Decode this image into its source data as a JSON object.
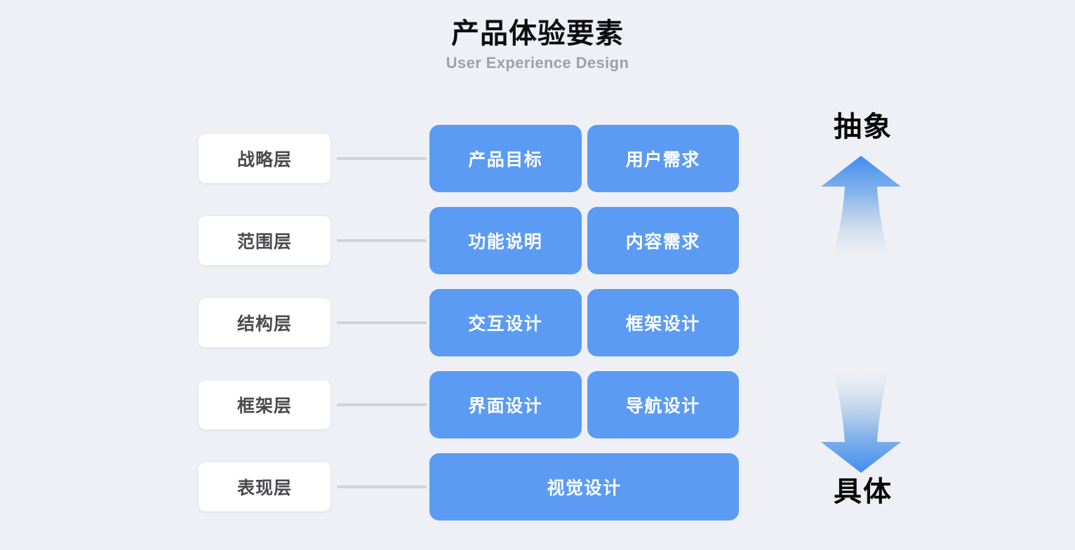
{
  "header": {
    "title": "产品体验要素",
    "subtitle": "User Experience Design"
  },
  "colors": {
    "background": "#eef0f5",
    "card_blue": "#5b9bf3",
    "arrow_blue": "#4a90f0",
    "chip_white": "#ffffff",
    "connector_gray": "#d1d3d9",
    "label_dark": "#4a4a4f",
    "subtitle_gray": "#9fa1a8"
  },
  "layers": [
    {
      "label": "战略层",
      "cards": [
        "产品目标",
        "用户需求"
      ]
    },
    {
      "label": "范围层",
      "cards": [
        "功能说明",
        "内容需求"
      ]
    },
    {
      "label": "结构层",
      "cards": [
        "交互设计",
        "框架设计"
      ]
    },
    {
      "label": "框架层",
      "cards": [
        "界面设计",
        "导航设计"
      ]
    },
    {
      "label": "表现层",
      "cards": [
        "视觉设计"
      ]
    }
  ],
  "axis": {
    "top_label": "抽象",
    "bottom_label": "具体",
    "up_arrow_icon": "arrow-up-icon",
    "down_arrow_icon": "arrow-down-icon"
  }
}
